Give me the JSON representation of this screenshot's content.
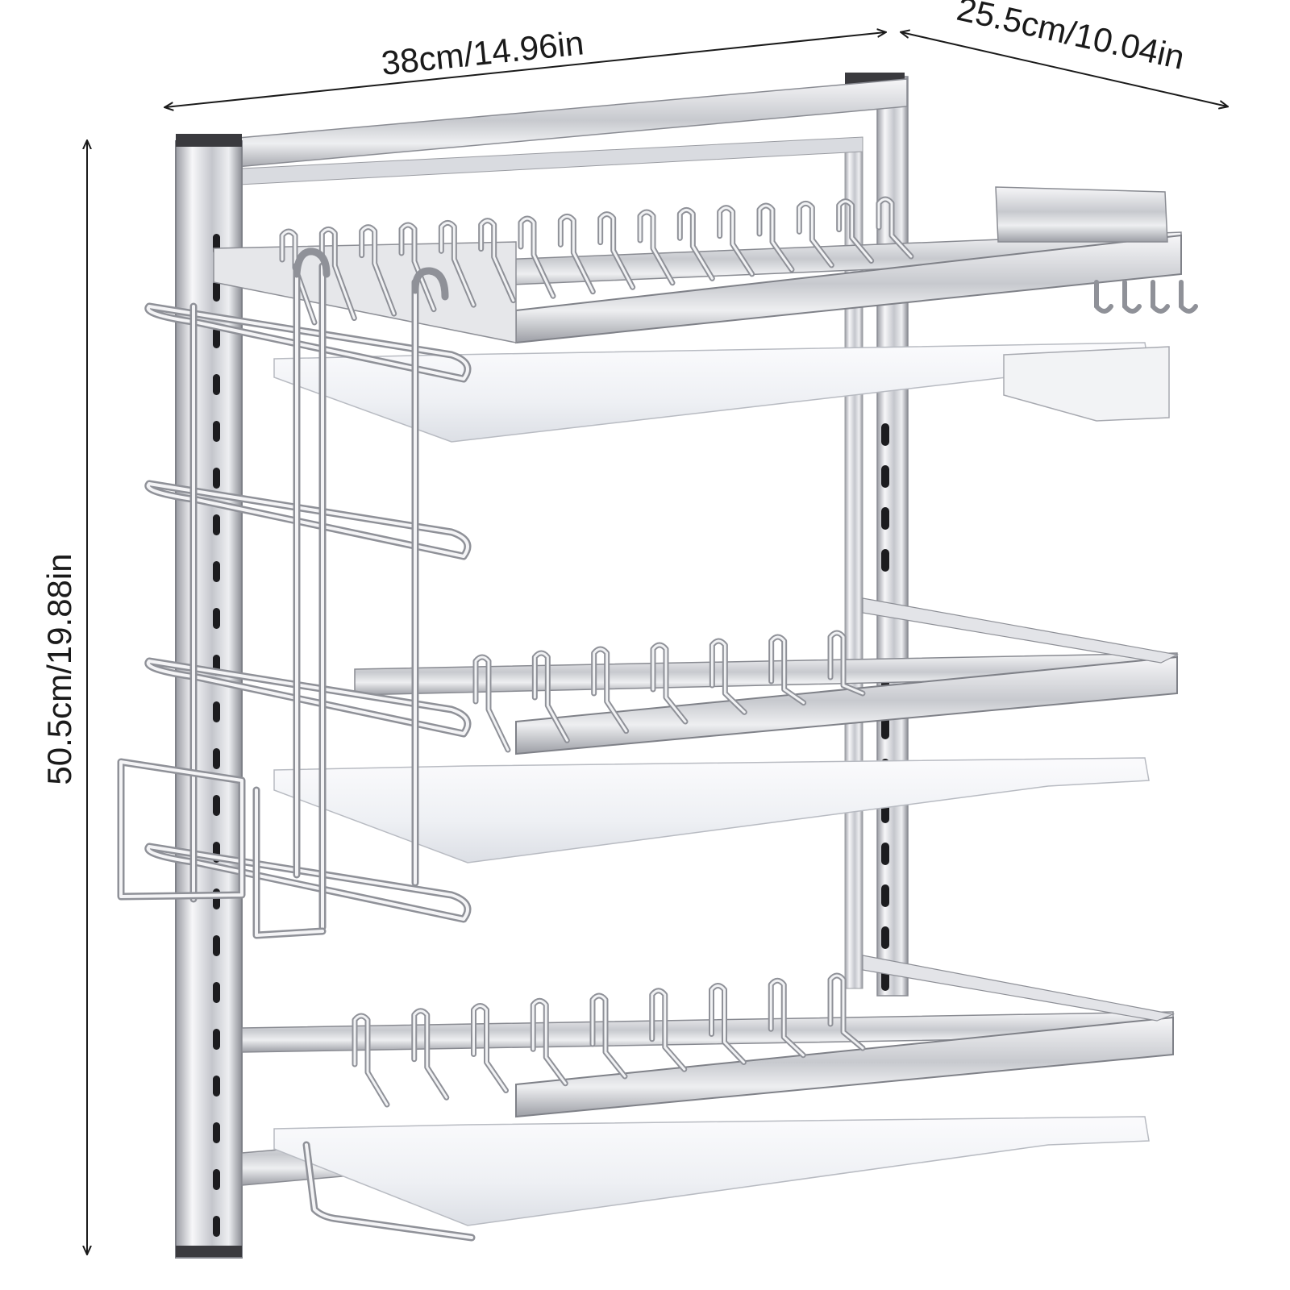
{
  "dimensions": {
    "width": "38cm/14.96in",
    "depth": "25.5cm/10.04in",
    "height": "50.5cm/19.88in"
  },
  "product": {
    "shelves": 3,
    "colors": {
      "steel_light": "#f4f4f6",
      "steel_mid": "#c9cacf",
      "steel_dark": "#8d8f96",
      "tray": "#f3f4f7",
      "cap": "#3a3a3e"
    }
  }
}
